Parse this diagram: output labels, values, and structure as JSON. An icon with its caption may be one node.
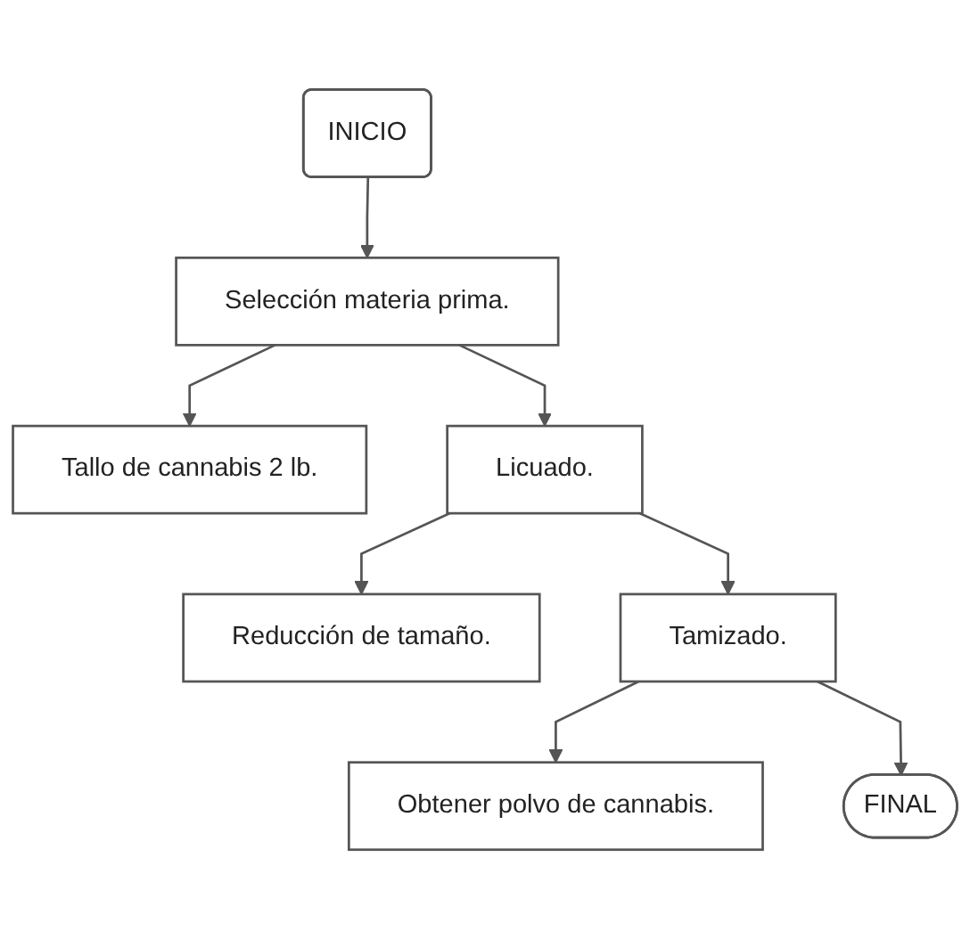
{
  "diagram": {
    "nodes": [
      {
        "text": [
          "INICIO"
        ]
      },
      {
        "text": [
          "Selección materia prima."
        ]
      },
      {
        "text": [
          "Tallo de cannabis 2 lb."
        ]
      },
      {
        "text": [
          "Licuado."
        ]
      },
      {
        "text": [
          "Reducción de tamaño."
        ]
      },
      {
        "text": [
          "Tamizado."
        ]
      },
      {
        "text": [
          "Obtener polvo de cannabis."
        ]
      },
      {
        "text": [
          "FINAL"
        ]
      }
    ],
    "edges": [
      {
        "from": 0,
        "to": 1,
        "arrow": "to"
      },
      {
        "from": 1,
        "to": 2,
        "arrow": "to"
      },
      {
        "from": 1,
        "to": 3,
        "arrow": "to"
      },
      {
        "from": 3,
        "to": 4,
        "arrow": "to"
      },
      {
        "from": 3,
        "to": 5,
        "arrow": "to"
      },
      {
        "from": 5,
        "to": 6,
        "arrow": "to"
      },
      {
        "from": 5,
        "to": 7,
        "arrow": "to"
      }
    ]
  }
}
